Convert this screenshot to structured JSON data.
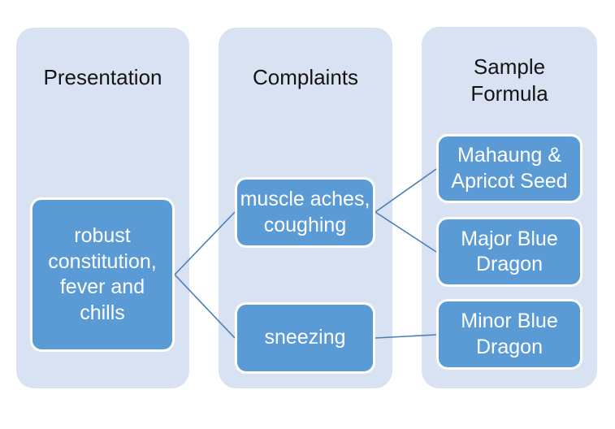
{
  "diagram": {
    "type": "three-column-flow",
    "columns": [
      {
        "title": "Presentation",
        "nodes": [
          {
            "label": "robust\nconstitution,\nfever and\nchills"
          }
        ]
      },
      {
        "title": "Complaints",
        "nodes": [
          {
            "label": "muscle aches,\ncoughing"
          },
          {
            "label": "sneezing"
          }
        ]
      },
      {
        "title": "Sample\nFormula",
        "nodes": [
          {
            "label": "Mahaung &\nApricot Seed"
          },
          {
            "label": "Major Blue\nDragon"
          },
          {
            "label": "Minor Blue\nDragon"
          }
        ]
      }
    ],
    "connections": [
      {
        "from": "robust constitution, fever and chills",
        "to": "muscle aches, coughing"
      },
      {
        "from": "robust constitution, fever and chills",
        "to": "sneezing"
      },
      {
        "from": "muscle aches, coughing",
        "to": "Mahaung & Apricot Seed"
      },
      {
        "from": "muscle aches, coughing",
        "to": "Major Blue Dragon"
      },
      {
        "from": "sneezing",
        "to": "Minor Blue Dragon"
      }
    ],
    "colors": {
      "node_fill": "#5B9BD5",
      "node_border": "#FFFFFF",
      "node_text": "#FFFFFF",
      "column_background": "#D9E2F3",
      "connector_line": "#4A7EB5",
      "title_text": "#141414",
      "page_background": "#FFFFFF"
    }
  }
}
